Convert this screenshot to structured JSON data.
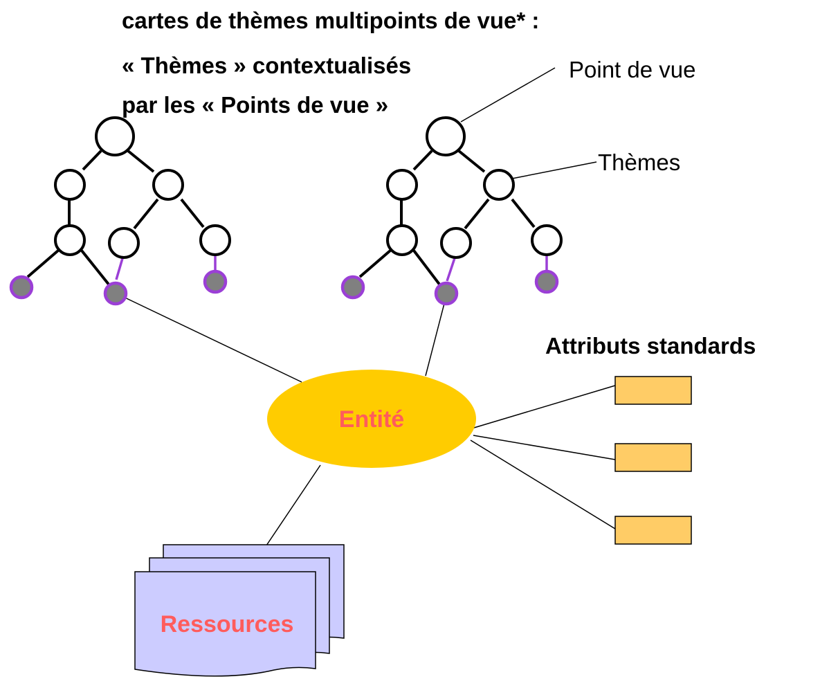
{
  "title": {
    "lines": [
      "cartes de thèmes multipoints de vue* :",
      "« Thèmes » contextualisés",
      "par les « Points de vue »"
    ]
  },
  "labels": {
    "point_de_vue": "Point de vue",
    "themes": "Thèmes",
    "attributs_standards": "Attributs standards"
  },
  "entity": {
    "label": "Entité"
  },
  "resources": {
    "label": "Ressources"
  },
  "colors": {
    "entity_fill": "#ffcc00",
    "entity_text": "#ff5c5c",
    "resources_fill": "#ccccff",
    "resources_text": "#ff5c5c",
    "attribute_fill": "#ffcc66",
    "leaf_fill": "#808080",
    "leaf_stroke": "#9b3fd6"
  },
  "attributes": [
    {
      "value": ""
    },
    {
      "value": ""
    },
    {
      "value": ""
    }
  ]
}
